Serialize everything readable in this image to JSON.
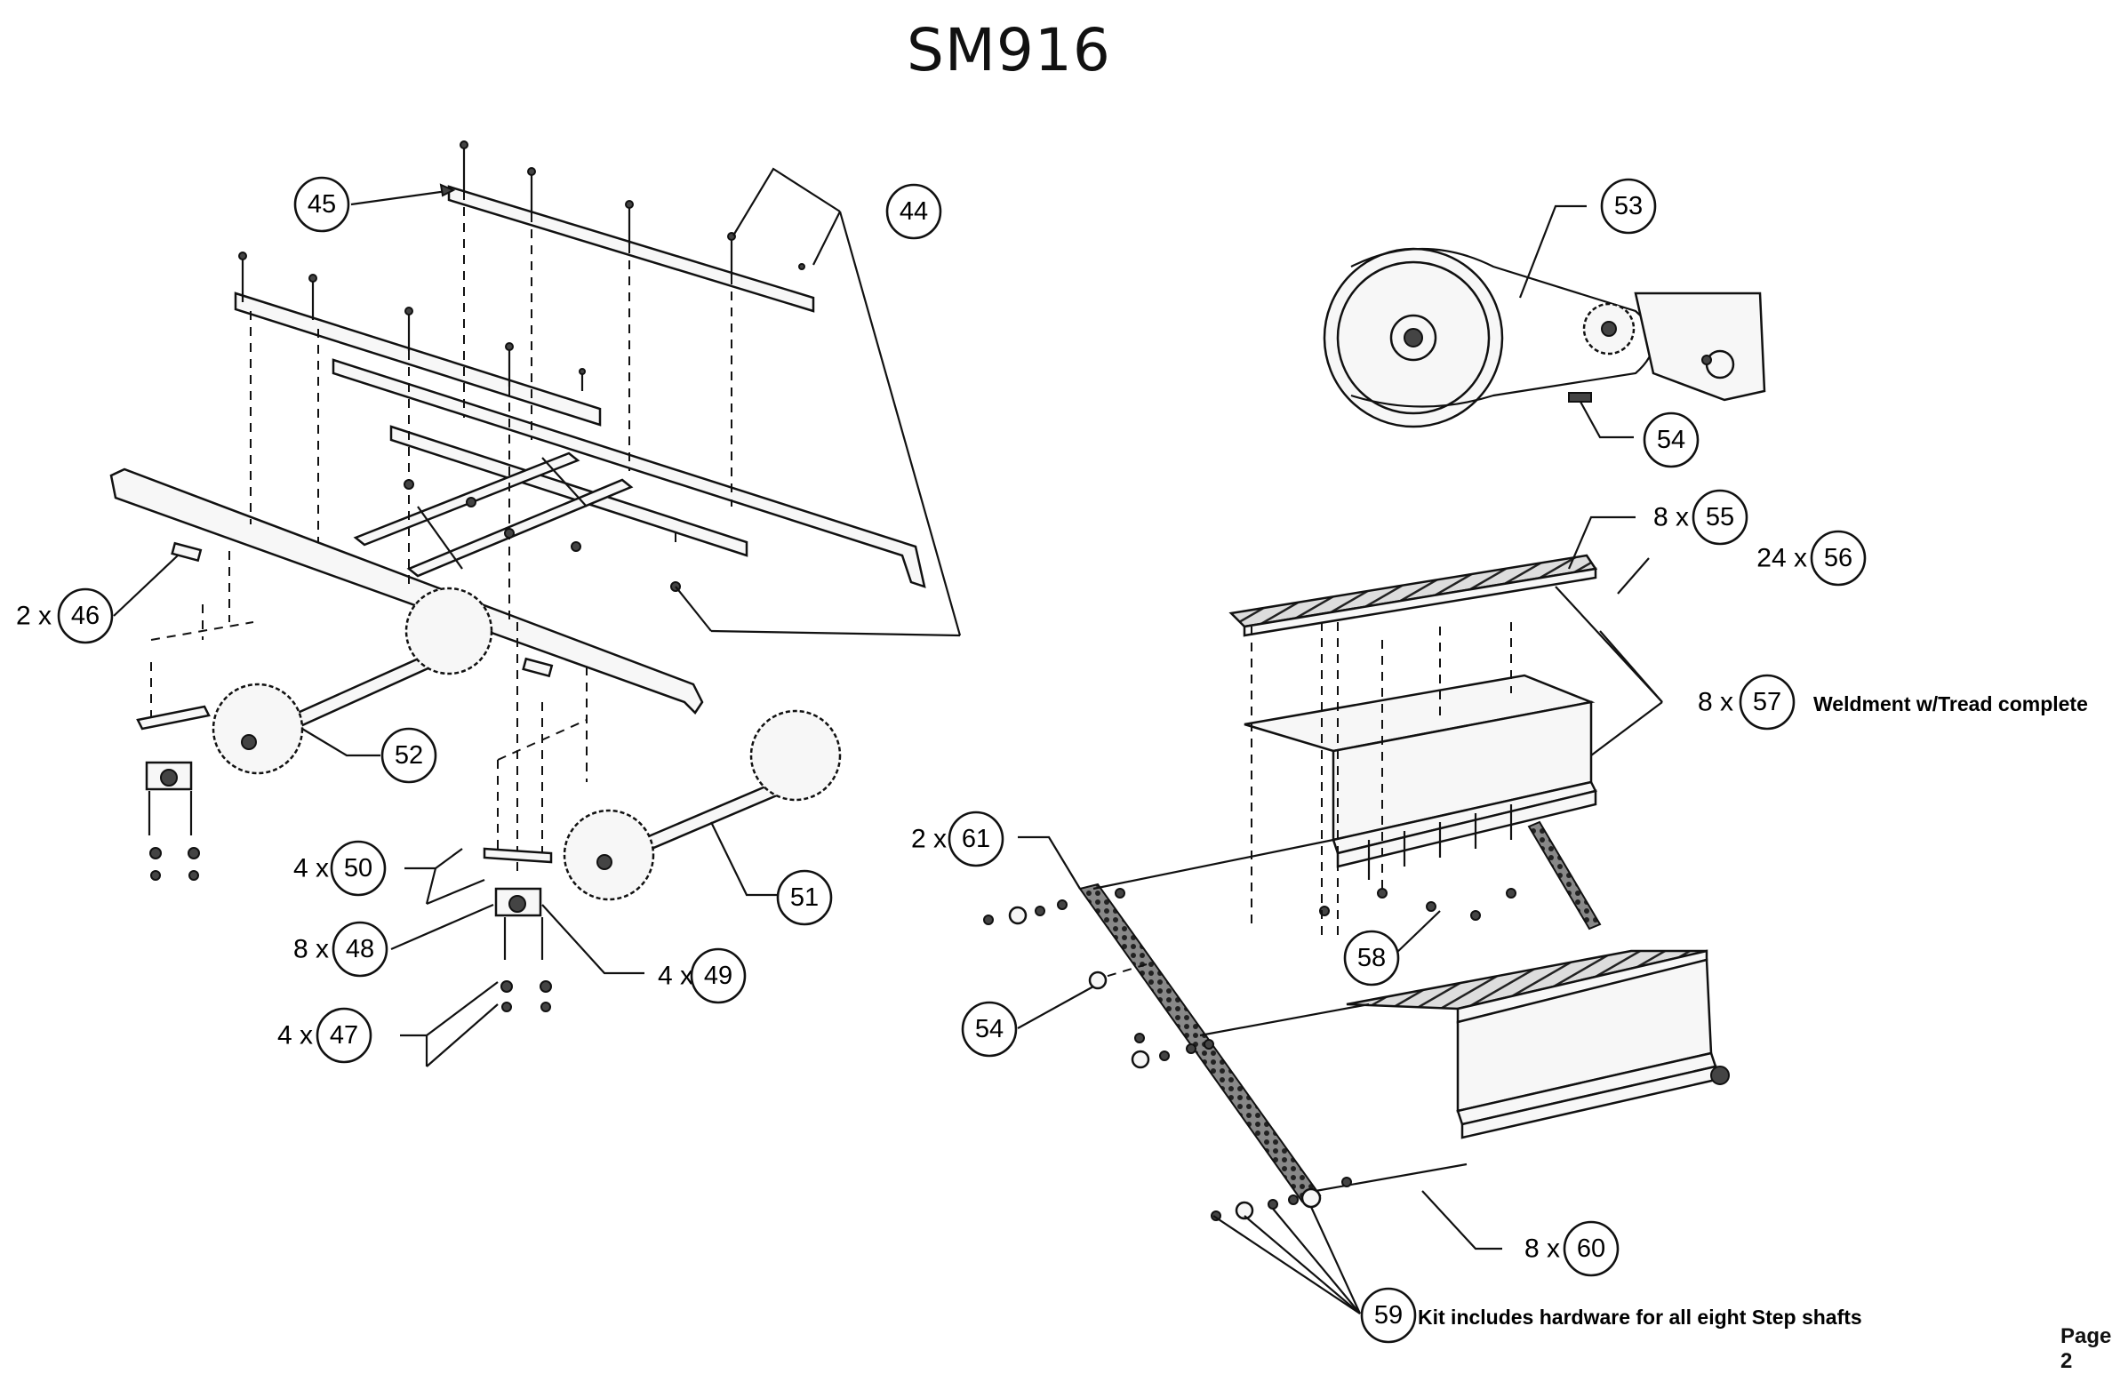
{
  "title": "SM916",
  "page": "Page 2",
  "callouts": [
    {
      "id": "45",
      "qty": ""
    },
    {
      "id": "44",
      "qty": ""
    },
    {
      "id": "46",
      "qty": "2 x"
    },
    {
      "id": "52",
      "qty": ""
    },
    {
      "id": "50",
      "qty": "4 x"
    },
    {
      "id": "48",
      "qty": "8 x"
    },
    {
      "id": "47",
      "qty": "4 x"
    },
    {
      "id": "49",
      "qty": "4 x"
    },
    {
      "id": "51",
      "qty": ""
    },
    {
      "id": "53",
      "qty": ""
    },
    {
      "id": "54",
      "qty": ""
    },
    {
      "id": "55",
      "qty": "8 x"
    },
    {
      "id": "56",
      "qty": "24 x"
    },
    {
      "id": "57",
      "qty": "8 x"
    },
    {
      "id": "61",
      "qty": "2 x"
    },
    {
      "id": "58",
      "qty": ""
    },
    {
      "id": "54",
      "qty": ""
    },
    {
      "id": "60",
      "qty": "8 x"
    },
    {
      "id": "59",
      "qty": ""
    }
  ],
  "notes": {
    "weldment": "Weldment w/Tread complete",
    "kit": "Kit includes hardware for all  eight Step shafts"
  }
}
